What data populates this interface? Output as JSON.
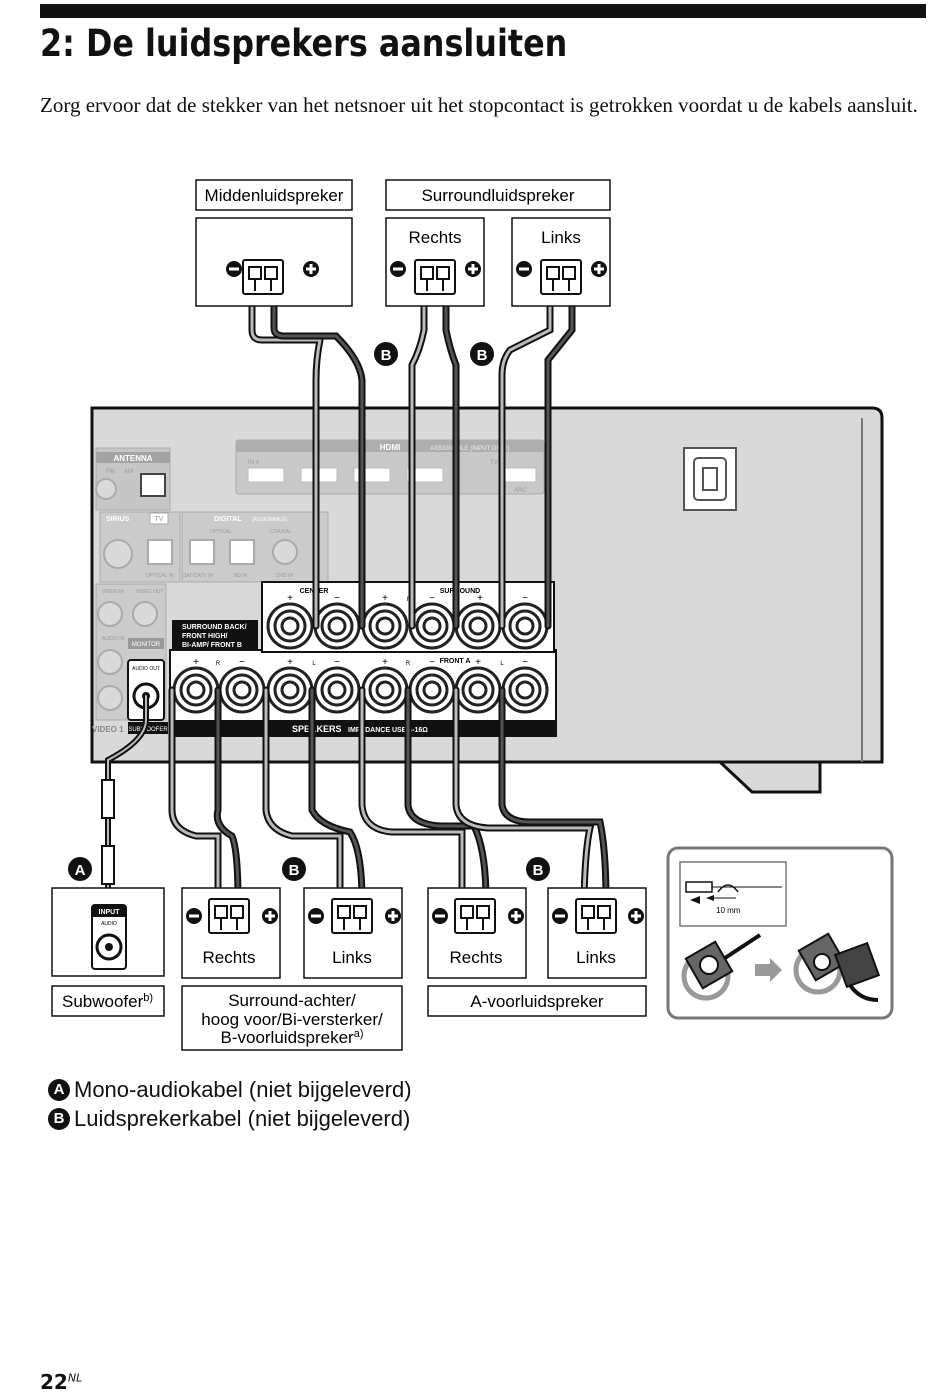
{
  "page": {
    "title": "2: De luidsprekers aansluiten",
    "intro": "Zorg ervoor dat de stekker van het netsnoer uit het stopcontact is getrokken voordat u de kabels aansluit.",
    "page_number": "22",
    "page_lang": "NL"
  },
  "diagram": {
    "top": {
      "center_label": "Middenluidspreker",
      "surround_label": "Surroundluidspreker",
      "surround_right": "Rechts",
      "surround_left": "Links"
    },
    "bottom": {
      "subwoofer_label": "Subwoofer",
      "subwoofer_note": "b)",
      "surround_back_line1": "Surround-achter/",
      "surround_back_line2": "hoog voor/Bi-versterker/",
      "surround_back_line3": "B-voorluidspreker",
      "surround_back_note": "a)",
      "front_a_label": "A-voorluidspreker",
      "sb_right": "Rechts",
      "sb_left": "Links",
      "fa_right": "Rechts",
      "fa_left": "Links",
      "sub_input": "INPUT",
      "sub_audio": "AUDIO"
    },
    "badges": {
      "a": "A",
      "b": "B"
    },
    "receiver": {
      "antenna": "ANTENNA",
      "fm": "FM",
      "am": "AM",
      "hdmi": "HDMI",
      "assignable_input": "ASSIGNABLE (INPUT ONLY)",
      "sirius": "SIRIUS",
      "tv": "TV",
      "digital": "DIGITAL",
      "digital_assignable": "(ASSIGNABLE)",
      "optical": "OPTICAL",
      "coaxial": "COAXIAL",
      "sat_catv_in": "SAT/CATV IN",
      "bd_in": "BD IN",
      "dvd_in": "DVD IN",
      "optical_in": "OPTICAL IN",
      "video_in": "VIDEO IN",
      "video_out": "VIDEO OUT",
      "audio_in": "AUDIO IN",
      "monitor": "MONITOR",
      "audio_out": "AUDIO OUT",
      "subwoofer": "SUBWOOFER",
      "center": "CENTER",
      "surround": "SURROUND",
      "surround_back_line1": "SURROUND BACK/",
      "surround_back_line2": "FRONT HIGH/",
      "surround_back_line3": "BI-AMP/ FRONT B",
      "front_a": "FRONT A",
      "speakers": "SPEAKERS",
      "impedance": "IMPEDANCE USE 6-16Ω",
      "r": "R",
      "l": "L",
      "plus": "+",
      "minus": "−",
      "video_1": "VIDEO 1",
      "tv_arc": "TV",
      "arc": "ARC",
      "in4": "IN 4"
    },
    "inset": {
      "strip_length": "10 mm"
    }
  },
  "legend": {
    "a_text": "Mono-audiokabel (niet bijgeleverd)",
    "b_text": "Luidsprekerkabel (niet bijgeleverd)"
  }
}
